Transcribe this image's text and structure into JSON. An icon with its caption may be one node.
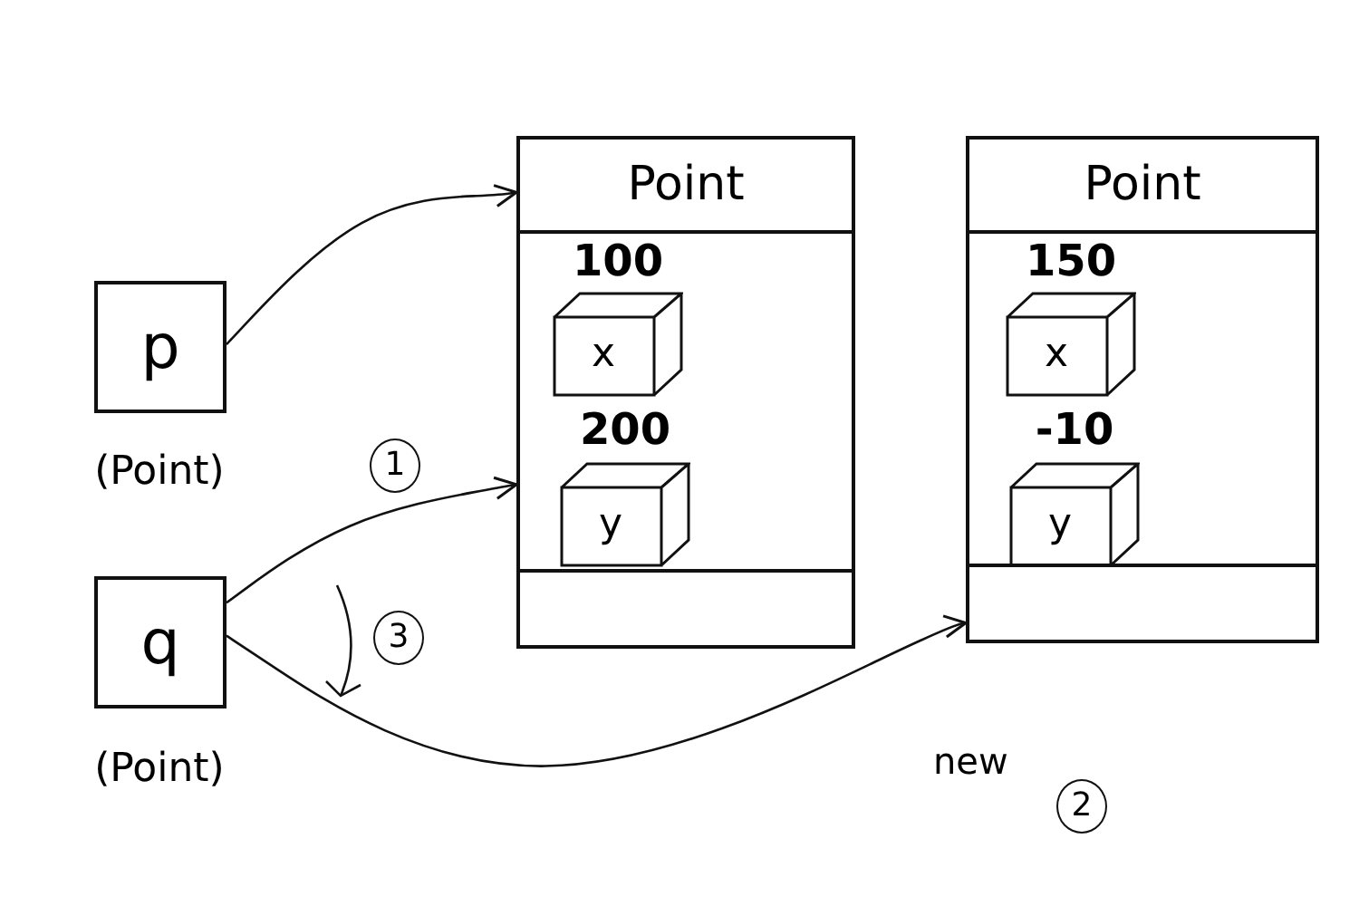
{
  "diagram": {
    "nodes": [
      {
        "text": [
          "p"
        ],
        "beside": [
          "(Point)"
        ]
      },
      {
        "text": [
          "q"
        ],
        "beside": [
          "(Point)"
        ]
      },
      {
        "text": [
          "Point"
        ]
      },
      {
        "text": [
          "x"
        ],
        "beside": [
          "100"
        ],
        "in": 2
      },
      {
        "text": [
          "y"
        ],
        "beside": [
          "200"
        ],
        "in": 2
      },
      {
        "text": [
          "Point"
        ]
      },
      {
        "text": [
          "x"
        ],
        "beside": [
          "150"
        ],
        "in": 5
      },
      {
        "text": [
          "y"
        ],
        "beside": [
          "-10"
        ],
        "in": 5
      }
    ],
    "edges": [
      {
        "from": 0,
        "to": 2,
        "arrow": "to"
      },
      {
        "from": 1,
        "to": 2,
        "arrow": "to"
      },
      {
        "from": 1,
        "to": 5,
        "arrow": "to"
      }
    ],
    "labels": [
      "1",
      "3",
      "new",
      "2"
    ]
  }
}
